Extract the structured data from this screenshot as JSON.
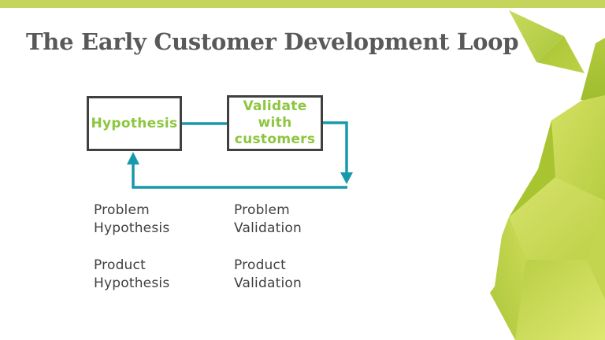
{
  "slide": {
    "title": "The Early Customer Development Loop",
    "colors": {
      "top_bar": "#c5d45a",
      "title_text": "#595959",
      "box_border": "#404040",
      "box_label_green": "#8dc63f",
      "arrow_teal": "#1898ac",
      "body_text": "#3f3f3f",
      "pear_light": "#dde86f",
      "pear_dark": "#a8c431"
    }
  },
  "diagram": {
    "hypothesis_box": {
      "label": "Hypothesis"
    },
    "validate_box": {
      "lines": [
        "Validate",
        "with",
        "customers"
      ]
    },
    "step_labels": [
      {
        "line1": "Problem",
        "line2": "Hypothesis"
      },
      {
        "line1": "Problem",
        "line2": "Validation"
      },
      {
        "line1": "Product",
        "line2": "Hypothesis"
      },
      {
        "line1": "Product",
        "line2": "Validation"
      }
    ]
  }
}
